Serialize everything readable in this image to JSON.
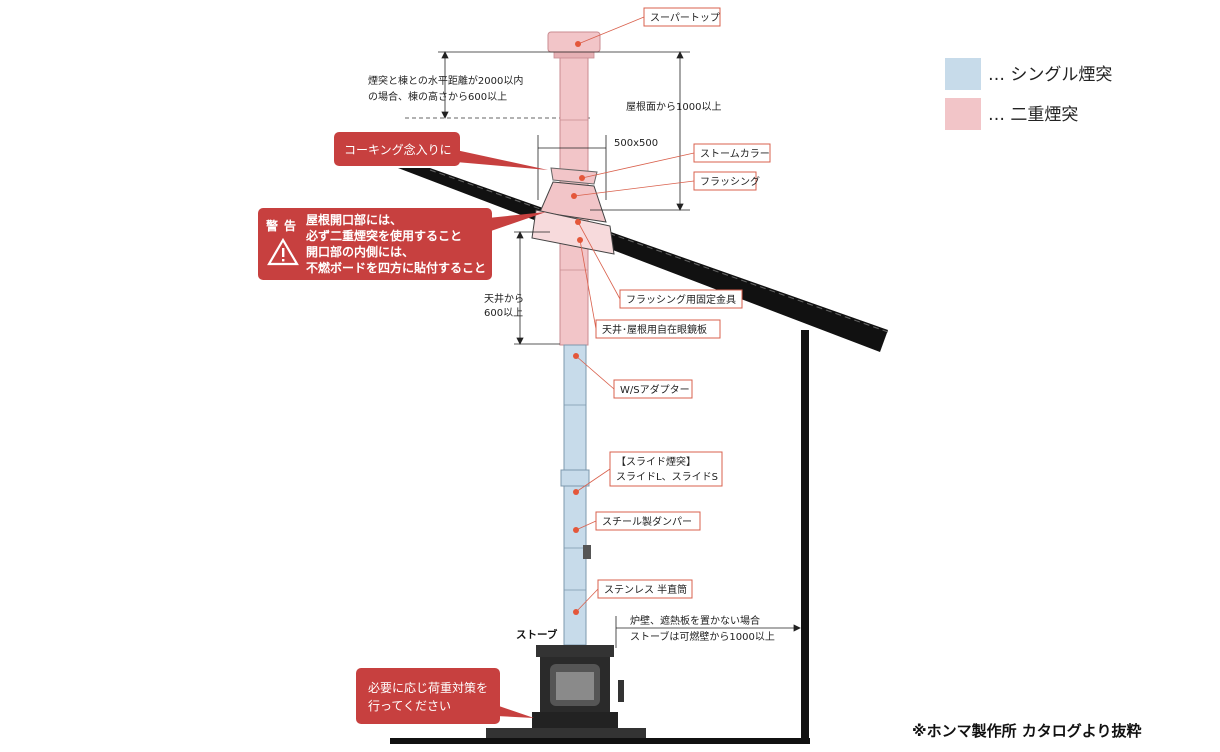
{
  "colors": {
    "single_flue": "#c7dbea",
    "double_flue": "#f2c5c8",
    "callout": "#c7403f",
    "label_border": "#d9604c",
    "pointer": "#e4573a"
  },
  "legend": {
    "single": "… シングル煙突",
    "double": "… 二重煙突"
  },
  "labels": {
    "super_top": "スーパートップ",
    "storm_collar": "ストームカラー",
    "flashing": "フラッシング",
    "flashing_bracket": "フラッシング用固定金具",
    "ceiling_plate": "天井･屋根用自在眼鏡板",
    "ws_adapter": "W/Sアダプター",
    "slide_flue_1": "【スライド煙突】",
    "slide_flue_2": "スライドL、スライドS",
    "damper": "スチール製ダンパー",
    "half_pipe": "ステンレス 半直筒",
    "stove": "ストーブ"
  },
  "dimensions": {
    "ridge_1": "煙突と棟との水平距離が2000以内",
    "ridge_2": "の場合、棟の高さから600以上",
    "roof_height": "屋根面から1000以上",
    "size": "500x500",
    "ceiling_1": "天井から",
    "ceiling_2": "600以上",
    "wall_1": "炉壁、遮熱板を置かない場合",
    "wall_2": "ストーブは可燃壁から1000以上"
  },
  "callouts": {
    "caulking": "コーキング念入りに",
    "warning_tag_1": "警",
    "warning_tag_2": "告",
    "warning_1": "屋根開口部には、",
    "warning_2": "必ず二重煙突を使用すること",
    "warning_3": "開口部の内側には、",
    "warning_4": "不燃ボードを四方に貼付すること",
    "load_1": "必要に応じ荷重対策を",
    "load_2": "行ってください"
  },
  "credit": "※ホンマ製作所 カタログより抜粋"
}
